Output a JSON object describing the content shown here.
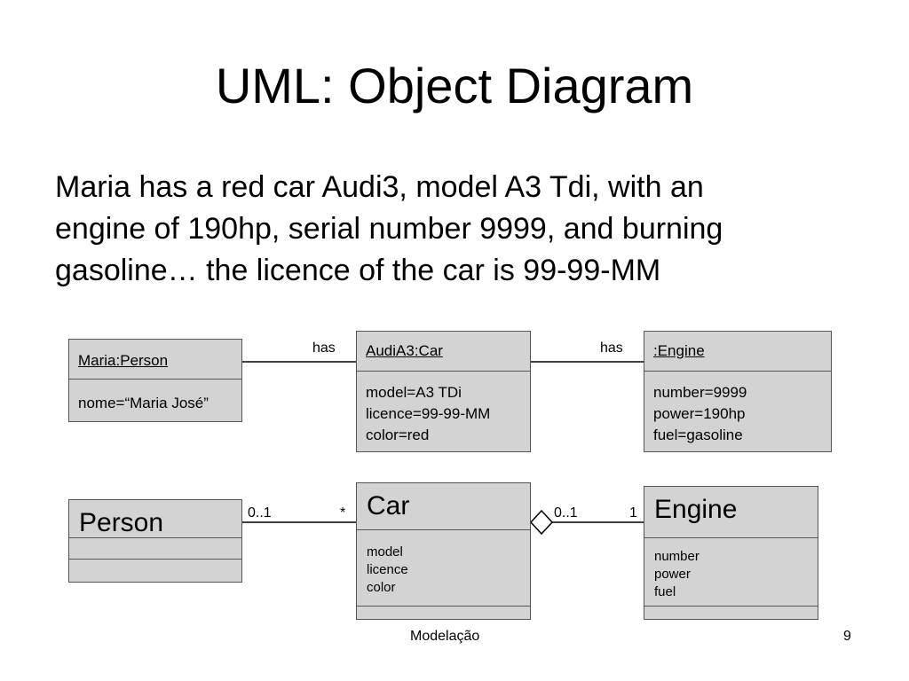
{
  "slide": {
    "title": "UML: Object Diagram",
    "description_lines": [
      "Maria has a red car Audi3, model A3 Tdi, with an",
      "engine of 190hp, serial number 9999, and burning",
      "gasoline… the licence of the car is 99-99-MM"
    ],
    "footer_center": "Modelação",
    "page_number": "9"
  },
  "object_diagram": {
    "person_object": {
      "name": "Maria:Person",
      "attrs": [
        "nome=“Maria José”"
      ]
    },
    "car_object": {
      "name": "AudiA3:Car",
      "attrs": [
        "model=A3 TDi",
        "licence=99-99-MM",
        "color=red"
      ]
    },
    "engine_object": {
      "name": ":Engine",
      "attrs": [
        "number=9999",
        "power=190hp",
        "fuel=gasoline"
      ]
    },
    "link_person_car_label": "has",
    "link_car_engine_label": "has"
  },
  "class_diagram": {
    "person_class": {
      "name": "Person"
    },
    "car_class": {
      "name": "Car",
      "attrs": [
        "model",
        "licence",
        "color"
      ]
    },
    "engine_class": {
      "name": "Engine",
      "attrs": [
        "number",
        "power",
        "fuel"
      ]
    },
    "person_car": {
      "person_end": "0..1",
      "car_end": "*"
    },
    "car_engine": {
      "car_end": "0..1",
      "engine_end": "1"
    }
  }
}
